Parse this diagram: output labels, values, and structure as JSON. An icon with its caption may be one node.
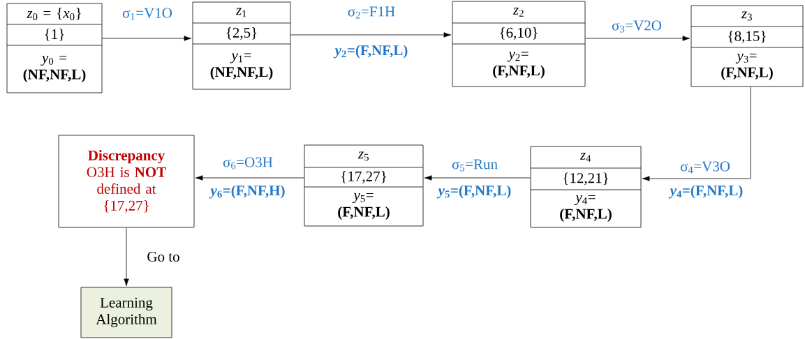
{
  "diagram": {
    "nodes": [
      {
        "text": [
          "*z*$_{0}$ = {*x*$_{0}$}",
          "{1}",
          "*y*$_{0}$ = **(NF,NF,L)**"
        ]
      },
      {
        "text": [
          "*z*$_{1}$",
          "{2,5}",
          "*y*$_{1}$= **(NF,NF,L)**"
        ]
      },
      {
        "text": [
          "*z*$_{2}$",
          "{6,10}",
          "*y*$_{2}$= **(F,NF,L)**"
        ]
      },
      {
        "text": [
          "*z*$_{3}$",
          "{8,15}",
          "*y*$_{3}$= **(F,NF,L)**"
        ]
      },
      {
        "text": [
          "*z*$_{4}$",
          "{12,21}",
          "*y*$_{4}$= **(F,NF,L)**"
        ]
      },
      {
        "text": [
          "*z*$_{5}$",
          "{17,27}",
          "*y*$_{5}$= **(F,NF,L)**"
        ]
      },
      {
        "text": [
          "**Discrepancy** O3H is **NOT** defined at {17,27}"
        ]
      },
      {
        "text": [
          "Learning Algorithm"
        ]
      }
    ],
    "edges": [
      {
        "from": 0,
        "to": 1,
        "arrow": "to",
        "label": "σ$_{1}$=V1O"
      },
      {
        "from": 1,
        "to": 2,
        "arrow": "to",
        "label": "σ$_{2}$=F1H"
      },
      {
        "from": 2,
        "to": 3,
        "arrow": "to",
        "label": "σ$_{3}$=V2O"
      },
      {
        "from": 3,
        "to": 4,
        "arrow": "to",
        "label": "σ$_{4}$=V3O"
      },
      {
        "from": 4,
        "to": 5,
        "arrow": "to",
        "label": "σ$_{5}$=Run"
      },
      {
        "from": 5,
        "to": 6,
        "arrow": "to",
        "label": "σ$_{6}$=O3H"
      },
      {
        "from": 6,
        "to": 7,
        "arrow": "to",
        "label": "Go to"
      }
    ],
    "labels": [
      "*y*$_{2}$=(F,NF,L)",
      "*y*$_{4}$=(F,NF,L)",
      "*y*$_{5}$=(F,NF,L)",
      "*y*$_{6}$=(F,NF,H)"
    ]
  }
}
